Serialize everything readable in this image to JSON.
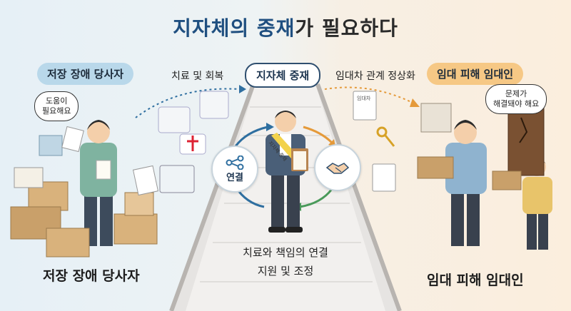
{
  "title": {
    "part1": "지자체의 중재",
    "part2": "가 필요하다"
  },
  "left": {
    "badge": "저장 장애 당사자",
    "bubble_line1": "도움이",
    "bubble_line2": "필요해요",
    "bottom_label": "저장 장애 당사자"
  },
  "center": {
    "badge": "지자체 중재",
    "left_arrow_label": "치료 및 회복",
    "right_arrow_label": "임대차 관계 정상화",
    "left_circle_label": "연결",
    "sash_text": "지자체 중재",
    "line1": "치료와 책임의 연결",
    "line2": "지원 및 조정"
  },
  "right": {
    "badge": "임대 피해 임대인",
    "bubble_line1": "문제가",
    "bubble_line2": "해결돼야 해요",
    "doc_label": "임대차",
    "bottom_label": "임대 피해 임대인"
  },
  "colors": {
    "title_blue": "#1f4f80",
    "badge_blue": "#b9d8ea",
    "badge_orange": "#f6c885",
    "arrow_blue": "#2f6fa0",
    "arrow_orange": "#e59a3a",
    "arrow_green": "#4a9a5a"
  }
}
